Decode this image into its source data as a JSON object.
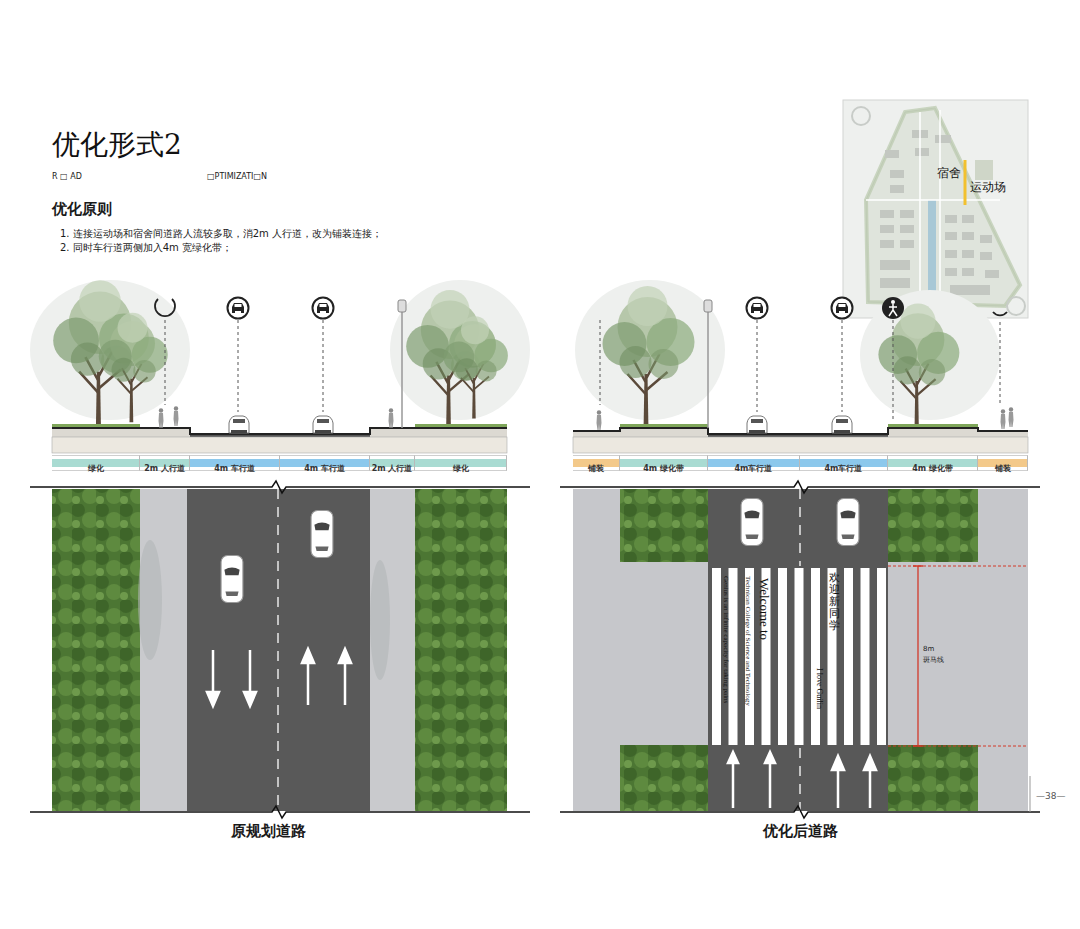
{
  "diagram": {
    "title": "优化形式2",
    "nodes": [
      {
        "text": [
          "绿化"
        ]
      },
      {
        "text": [
          "2m 人行道"
        ]
      },
      {
        "text": [
          "4m 车行道"
        ]
      },
      {
        "text": [
          "4m 车行道"
        ]
      },
      {
        "text": [
          "2m 人行道"
        ]
      },
      {
        "text": [
          "绿化"
        ]
      },
      {
        "text": [
          "铺装"
        ]
      },
      {
        "text": [
          "4m 绿化带"
        ]
      },
      {
        "text": [
          "4m车行道"
        ]
      },
      {
        "text": [
          "4m车行道"
        ]
      },
      {
        "text": [
          "4m 绿化带"
        ]
      },
      {
        "text": [
          "铺装"
        ]
      },
      {
        "text": [
          "宿舍",
          "运动场"
        ]
      }
    ],
    "labels": [
      "R □ AD",
      "□PTIMIZATI□N",
      "优化原则",
      "1. 连接运动场和宿舍间道路人流较多取，消2m 人行道，改为铺装连接；",
      "2. 同时车行道两侧加入4m 宽绿化带；",
      "Genius is an infinite capacity for taking pains",
      "Welcome to",
      "Technican College of Science and Technology",
      "I love Guilin",
      "欢迎新同学",
      "8m",
      "斑马线",
      "原规划道路",
      "优化后道路",
      "—38—"
    ]
  }
}
